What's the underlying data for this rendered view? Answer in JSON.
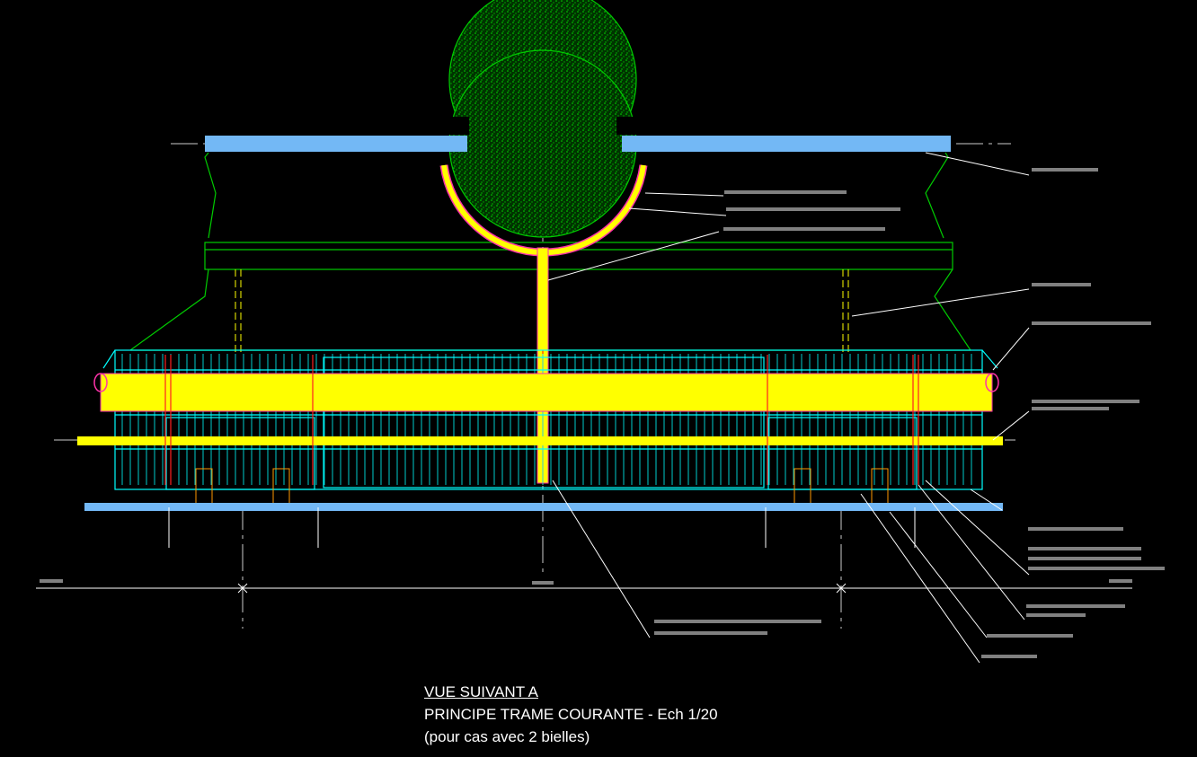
{
  "drawing": {
    "background": "#000000",
    "colors": {
      "structure": "#00cc00",
      "tube": "#ffff00",
      "grating": "#00ffff",
      "beam": "#73b8f5",
      "rod": "#ff2020",
      "leader": "#ffffff",
      "redacted_label": "#808080"
    }
  },
  "title_block": {
    "line1": "VUE SUIVANT A",
    "line2": "PRINCIPE TRAME COURANTE  - Ech 1/20",
    "line3": "(pour cas avec 2 bielles)"
  }
}
